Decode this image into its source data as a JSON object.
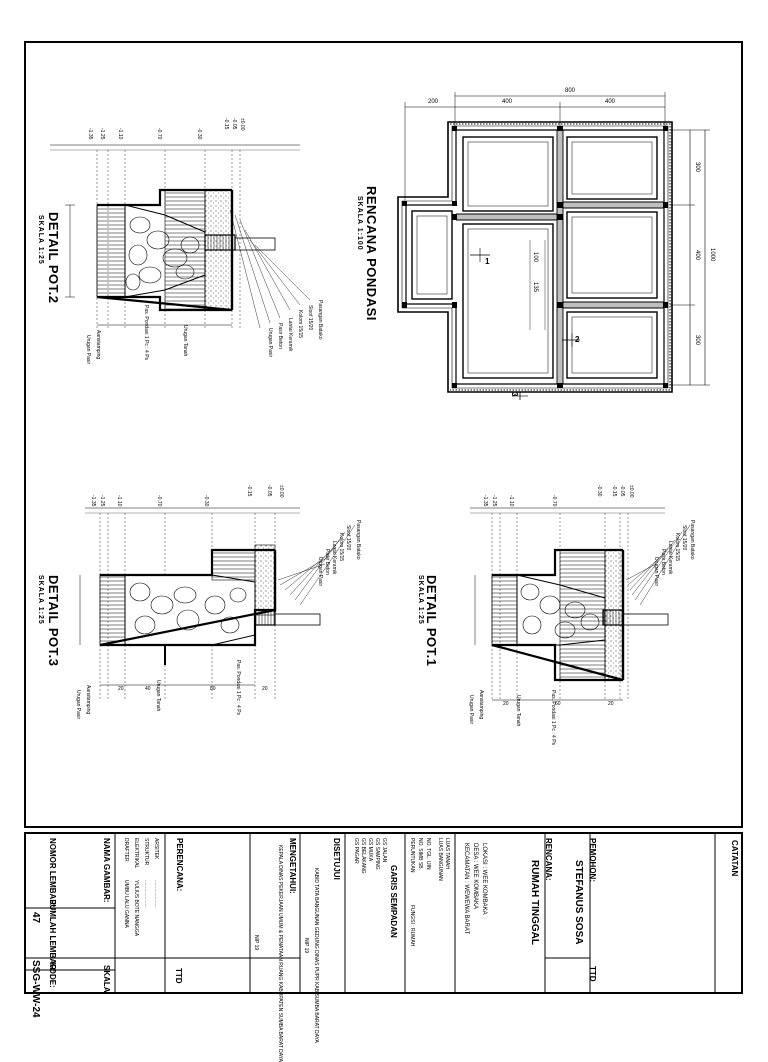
{
  "plan": {
    "title": "RENCANA PONDASI",
    "scale": "SKALA 1:100",
    "dims_top": [
      "800",
      "200",
      "400",
      "400"
    ],
    "dims_right": [
      "300",
      "400",
      "300",
      "1000"
    ],
    "inner_dims": [
      "100",
      "135"
    ],
    "section_marks": [
      "1",
      "2",
      "3"
    ]
  },
  "details": [
    {
      "id": "pot2",
      "title": "DETAIL POT.2",
      "scale": "SKALA 1:25",
      "labels": [
        "Pasangan Batako",
        "Sloof 15/20",
        "Kolom 15/15",
        "Lantai Keramik",
        "Pasir Beton",
        "Urugan Pasir"
      ],
      "bottom_labels": [
        "Pas. Pondasi 1 Pc : 4 Ps",
        "Urugan Tanah",
        "Aanstamping",
        "Urugan Pasir"
      ],
      "levels": [
        "-1.35",
        "-1.25",
        "-1.10",
        "-0.70",
        "-0.30",
        "-0.15",
        "-0.05",
        "±0.00"
      ]
    },
    {
      "id": "pot3",
      "title": "DETAIL POT.3",
      "scale": "SKALA 1:25",
      "labels": [
        "Pasangan Batako",
        "Sloof 15/20",
        "Kolom 15/15",
        "Lantai Keramik",
        "Pasir Beton",
        "Urugan Pasir"
      ],
      "bottom_labels": [
        "Pas. Pondasi 1 Pc : 4 Ps",
        "Urugan Tanah",
        "Aanstamping",
        "Urugan Pasir"
      ],
      "levels": [
        "-1.35",
        "-1.25",
        "-1.10",
        "-0.70",
        "-0.30",
        "-0.15",
        "-0.05",
        "±0.00"
      ],
      "dims": [
        "20",
        "40",
        "80",
        "20"
      ]
    },
    {
      "id": "pot1",
      "title": "DETAIL POT.1",
      "scale": "SKALA 1:25",
      "labels": [
        "Pasangan Batako",
        "Sloof 15/20",
        "Kolom 15/15",
        "Lantai Keramik",
        "Pasir Beton",
        "Urugan Pasir"
      ],
      "bottom_labels": [
        "Pas. Pondasi 1 Pc : 4 Ps",
        "Urugan Tanah",
        "Aanstamping",
        "Urugan Pasir"
      ],
      "levels": [
        "-1.35",
        "-1.25",
        "-1.10",
        "-0.70",
        "-0.30",
        "-0.15",
        "-0.05",
        "±0.00"
      ],
      "dims": [
        "20",
        "60",
        "20"
      ]
    }
  ],
  "title_block": {
    "catatan": "CATATAN",
    "pemohon_label": "PEMOHON:",
    "pemohon_name": "STEFANUS SOSA",
    "ttd": "TTD",
    "rencana_label": "RENCANA:",
    "rencana_name": "RUMAH TINGGAL",
    "lokasi": [
      "LOKASI : WEE KOMBAKA",
      "DESA : WEE KOMBAKA",
      "KECAMATAN : WEWEWA BARAT"
    ],
    "info": [
      "LUAS TANAH",
      "LUAS BANGUNAN",
      "NO. TGL. IJIN",
      "NO. SIMB SB.",
      "PERUNTUKAN",
      "FUNGSI : RUMAH"
    ],
    "garis_title": "GARIS SEMPADAN",
    "garis_items": [
      "GS JALAN",
      "GS SAMPING",
      "GS MUKA",
      "GS BELAKANG",
      "GS PAGAR"
    ],
    "disetujui": "DISETUJUI",
    "disetujui_text": "KABID TATA BANGUNAN GEDUNG DINAS PUPR KAB SUMBA BARAT DAYA",
    "mengetahui": "MENGETAHUI:",
    "mengetahui_text": "KEPALA DINAS PEKERJAAN UMUM & PENATAAN RUANG KABUPATEN SUMBA BARAT DAYA",
    "nip1": "NIP 19",
    "nip2": "NIP 19",
    "perencana_label": "PERENCANA:",
    "perencana_roles": [
      "ARSITEK",
      "STRUKTUR",
      "ELEKTRIKAL",
      "DRAFTER"
    ],
    "perencana_names": [
      "....................",
      "....................",
      "YULIUS BOTE NANGGA",
      "UMBU LALU GANNA"
    ],
    "nama_gambar_label": "NAMA GAMBAR:",
    "skala_label": "SKALA",
    "nomor_label": "NOMOR LEMBAR:",
    "jumlah_label": "JUMLAH LEMBAR:",
    "kode_label": "KODE:",
    "nomor_value": "47",
    "kode_value": "SSG-WW-24"
  }
}
